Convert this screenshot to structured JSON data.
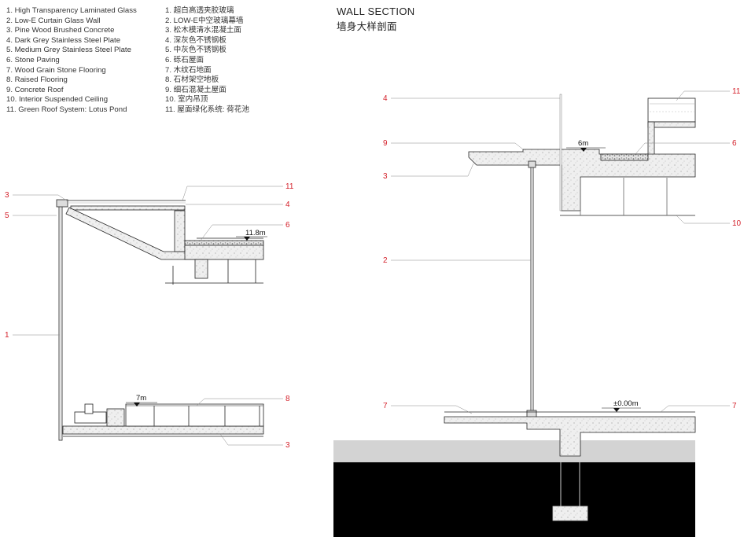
{
  "legend_en": [
    "1. High Transparency Laminated Glass",
    "2. Low-E Curtain Glass Wall",
    "3. Pine Wood Brushed Concrete",
    "4. Dark Grey Stainless Steel Plate",
    "5. Medium Grey Stainless Steel Plate",
    "6. Stone Paving",
    "7. Wood Grain Stone Flooring",
    "8. Raised Flooring",
    "9. Concrete Roof",
    "10. Interior Suspended Ceiling",
    "11. Green Roof System: Lotus Pond"
  ],
  "legend_cn": [
    "1. 超白高透夹胶玻璃",
    "2. LOW-E中空玻璃幕墙",
    "3. 松木模清水混凝土面",
    "4. 深灰色不锈钢板",
    "5. 中灰色不锈钢板",
    "6. 砾石屋面",
    "7. 木纹石地面",
    "8. 石材架空地板",
    "9. 细石混凝土屋面",
    "10. 室内吊顶",
    "11. 屋面绿化系统: 荷花池"
  ],
  "title": {
    "en": "WALL SECTION",
    "cn": "墙身大样剖面"
  },
  "left_section": {
    "callouts_left": [
      "3",
      "5",
      "1"
    ],
    "callouts_right": [
      "11",
      "4",
      "6",
      "8",
      "3"
    ],
    "elevations": [
      "11.8m",
      "7m"
    ]
  },
  "right_section": {
    "callouts_left": [
      "4",
      "9",
      "3",
      "2",
      "7"
    ],
    "callouts_right": [
      "11",
      "6",
      "10",
      "7"
    ],
    "elevations": [
      "6m",
      "±0.00m"
    ]
  },
  "colors": {
    "callout": "#d4202a",
    "line": "#222222",
    "concrete_fill": "#efefef",
    "ground_grey": "#d3d3d3",
    "ground_black": "#000000"
  }
}
